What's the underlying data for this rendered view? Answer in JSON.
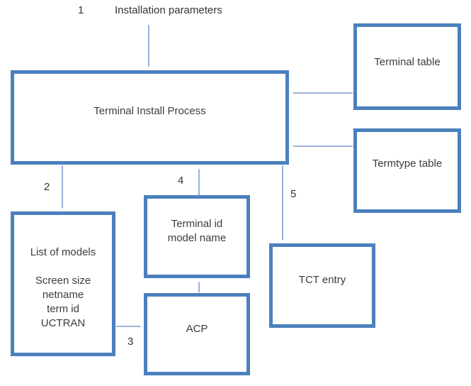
{
  "colors": {
    "box_border": "#4b80bd",
    "arrow": "#7d9ece",
    "text": "#3c3c3c",
    "background": "#ffffff"
  },
  "steps": {
    "s1": "1",
    "s1_text": "Installation parameters",
    "s2": "2",
    "s3": "3",
    "s4": "4",
    "s5": "5"
  },
  "boxes": {
    "terminal_install_process": {
      "label": "Terminal Install Process"
    },
    "terminal_table": {
      "label": "Terminal table"
    },
    "termtype_table": {
      "label": "Termtype table"
    },
    "list_of_models": {
      "title": "List of models",
      "items": [
        "Screen size",
        "netname",
        "term id",
        "UCTRAN"
      ]
    },
    "terminal_id_model_name": {
      "line1": "Terminal id",
      "line2": "model name"
    },
    "acp": {
      "label": "ACP"
    },
    "tct_entry": {
      "label": "TCT entry"
    }
  },
  "arrows": [
    {
      "name": "installation-params-to-install-process",
      "direction": "down"
    },
    {
      "name": "install-process-to-list-of-models",
      "direction": "down"
    },
    {
      "name": "list-of-models-to-acp",
      "direction": "right"
    },
    {
      "name": "terminal-id-to-install-process",
      "direction": "up"
    },
    {
      "name": "install-process-to-tct-entry",
      "direction": "down"
    },
    {
      "name": "acp-to-terminal-id",
      "direction": "up"
    },
    {
      "name": "terminal-table-to-install-process",
      "direction": "left"
    },
    {
      "name": "termtype-table-to-install-process",
      "direction": "left"
    }
  ]
}
